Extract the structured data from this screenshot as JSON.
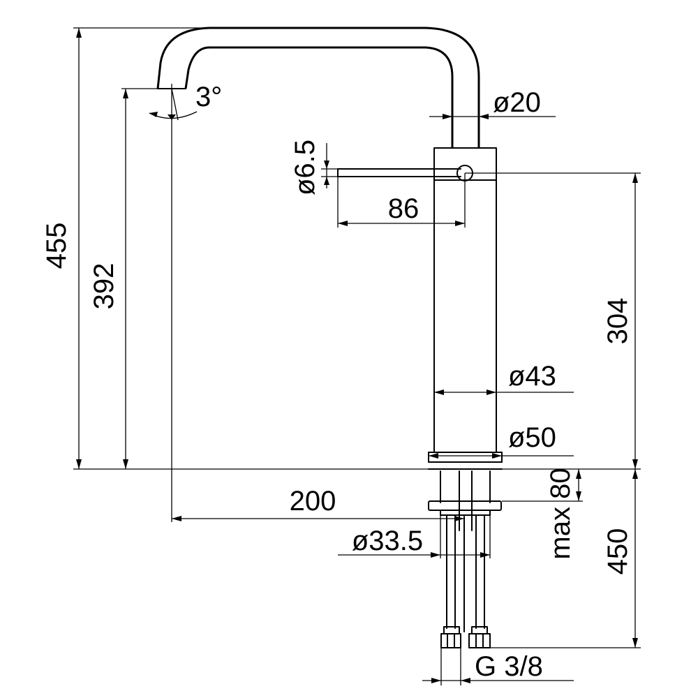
{
  "dimensions": {
    "total_height": "455",
    "spout_height": "392",
    "spout_angle": "3°",
    "spout_diameter": "ø20",
    "lever_diameter": "ø6.5",
    "lever_length": "86",
    "body_height": "304",
    "body_diameter": "ø43",
    "base_diameter": "ø50",
    "reach": "200",
    "mounting_thickness": "max 80",
    "hole_diameter": "ø33.5",
    "hose_length": "450",
    "connection": "G 3/8"
  }
}
